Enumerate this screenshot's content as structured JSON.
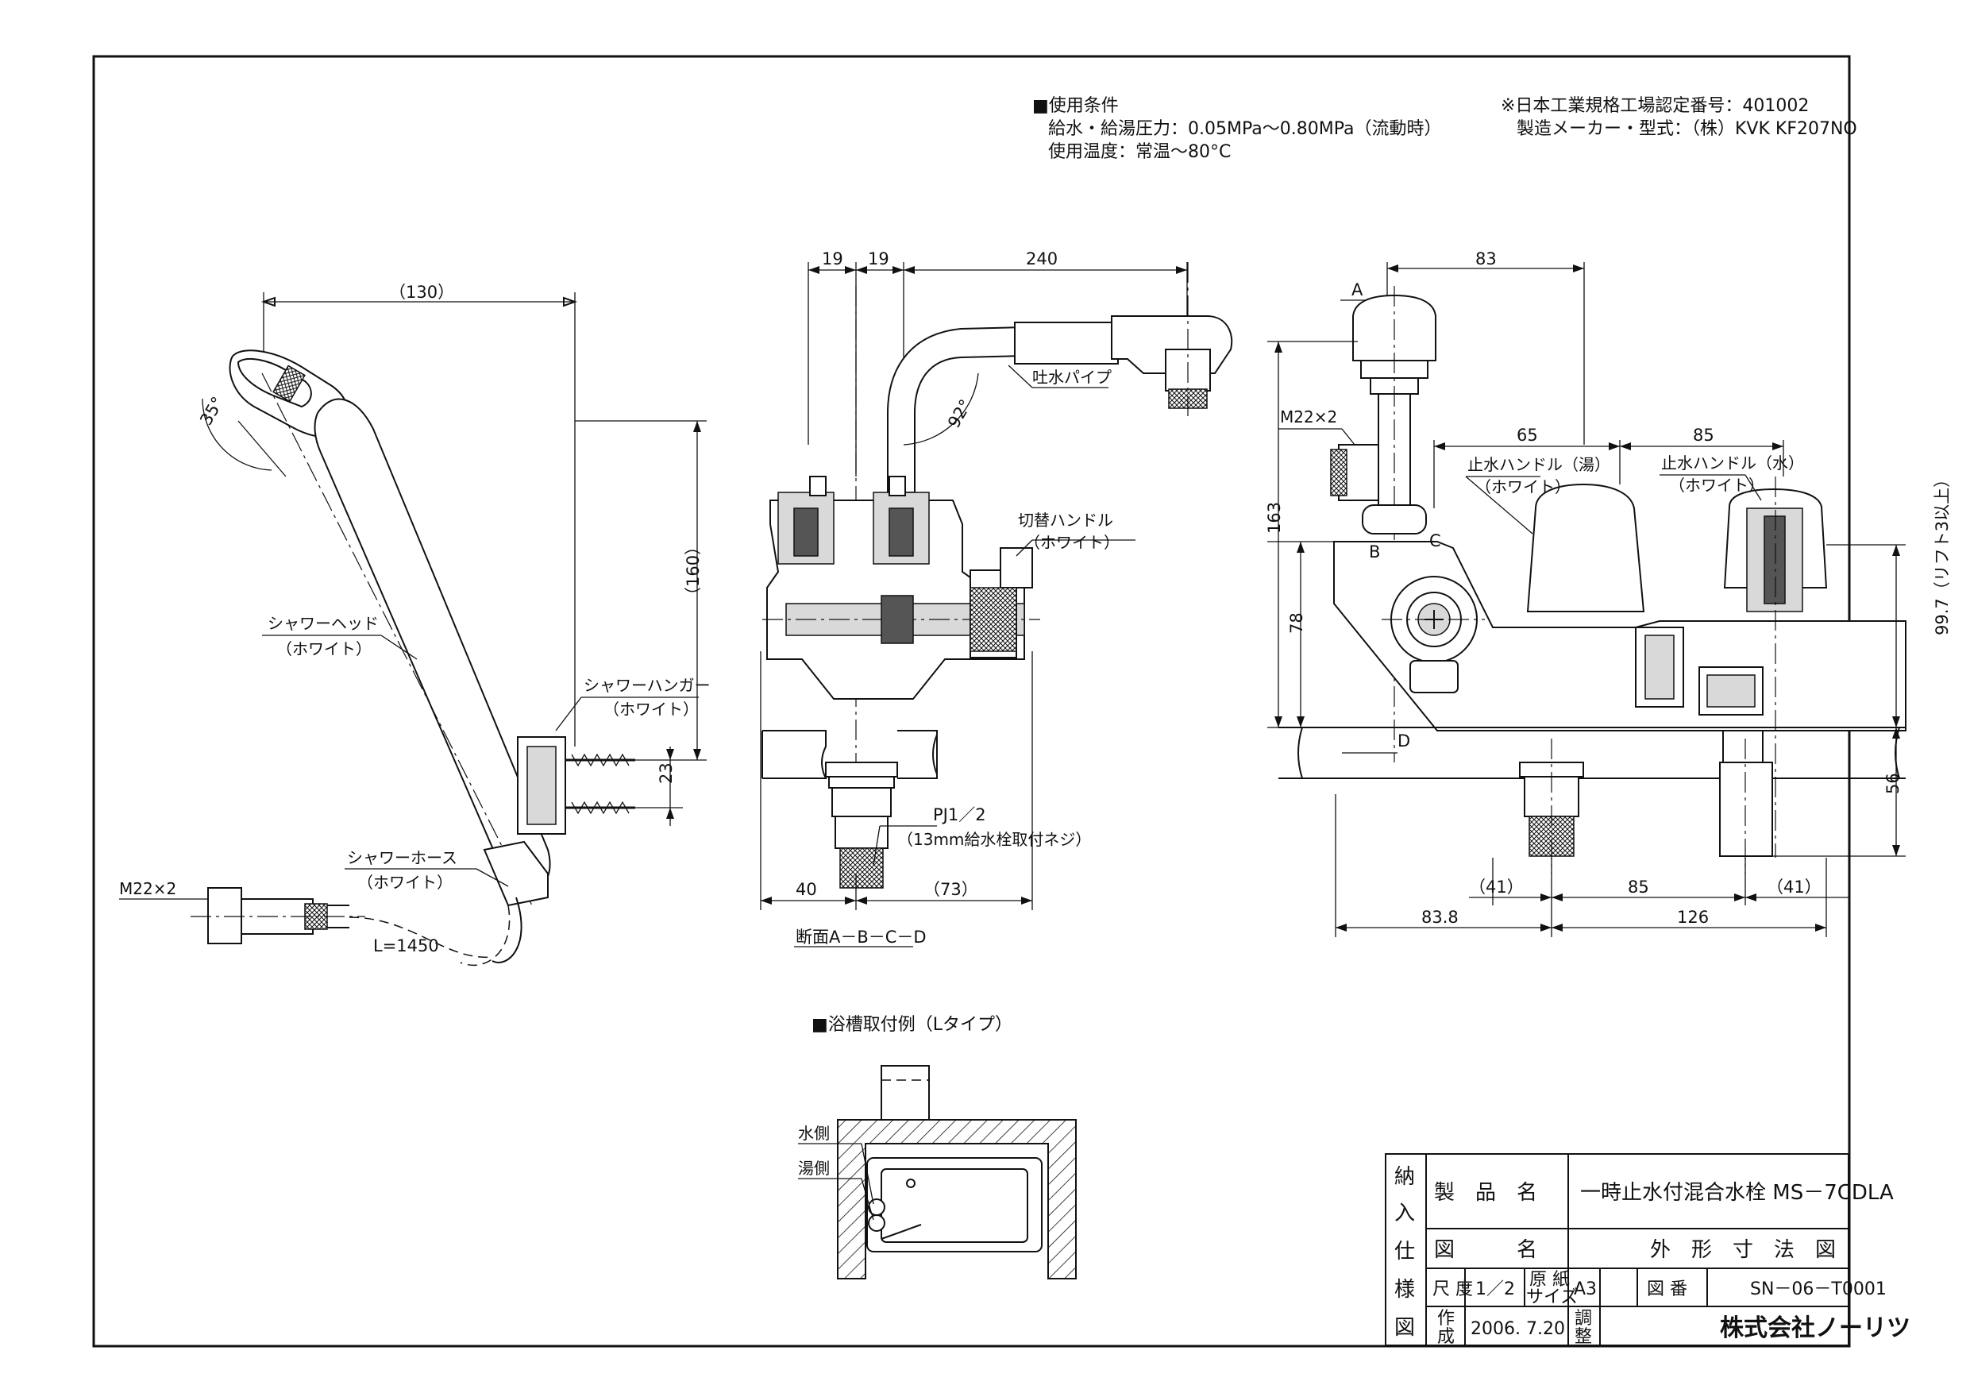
{
  "conditions": {
    "title": "■使用条件",
    "pressure": "給水・給湯圧力：0.05MPa～0.80MPa（流動時）",
    "temperature": "使用温度：常温～80°C"
  },
  "certification": {
    "jis_number": "※日本工業規格工場認定番号：401002",
    "maker": "製造メーカー・型式：（株）KVK KF207NO"
  },
  "left_view": {
    "dim_130": "（130）",
    "angle_35": "35°",
    "dim_160": "（160）",
    "dim_23": "23",
    "shower_head": "シャワーヘッド",
    "shower_head_color": "（ホワイト）",
    "shower_hanger": "シャワーハンガー",
    "shower_hanger_color": "（ホワイト）",
    "shower_hose": "シャワーホース",
    "shower_hose_color": "（ホワイト）",
    "m22": "M22×2",
    "hose_length": "L=1450"
  },
  "section_view": {
    "dim_19a": "19",
    "dim_19b": "19",
    "dim_240": "240",
    "angle_92": "92°",
    "spout_pipe": "吐水パイプ",
    "switch_handle": "切替ハンドル",
    "switch_handle_color": "（ホワイト）",
    "pj": "PJ1／2",
    "pj_note": "（13mm給水栓取付ネジ）",
    "dim_40": "40",
    "dim_73": "（73）",
    "caption": "断面A－B－C－D"
  },
  "front_view": {
    "dim_83": "83",
    "label_a": "A",
    "label_b": "B",
    "label_c": "C",
    "label_d": "D",
    "m22": "M22×2",
    "dim_65": "65",
    "dim_85_top": "85",
    "hot_handle": "止水ハンドル（湯）",
    "hot_handle_color": "（ホワイト）",
    "cold_handle": "止水ハンドル（水）",
    "cold_handle_color": "（ホワイト）",
    "dim_163": "163",
    "dim_78": "78",
    "dim_997": "99.7（リフト3以上）",
    "dim_56": "56",
    "dim_41a": "（41）",
    "dim_85_bottom": "85",
    "dim_41b": "（41）",
    "dim_838": "83.8",
    "dim_126": "126"
  },
  "install_example": {
    "title": "■浴槽取付例（Lタイプ）",
    "water_side": "水側",
    "hot_side": "湯側"
  },
  "title_block": {
    "vertical": [
      "納",
      "入",
      "仕",
      "様",
      "図"
    ],
    "product_label": "製　品　名",
    "product_name": "一時止水付混合水栓 MS－7CDLA",
    "drawing_label": "図　　　名",
    "drawing_name": "外　形　寸　法　図",
    "scale_label": "尺 度",
    "scale_value": "1／2",
    "paper_label_1": "原 紙",
    "paper_label_2": "サイズ",
    "paper_value": "A3",
    "number_label": "図 番",
    "number_value": "SN－06－T0001",
    "made_label_1": "作",
    "made_label_2": "成",
    "made_date": "2006. 7.20",
    "check_label_1": "調",
    "check_label_2": "整",
    "company": "株式会社ノーリツ"
  }
}
